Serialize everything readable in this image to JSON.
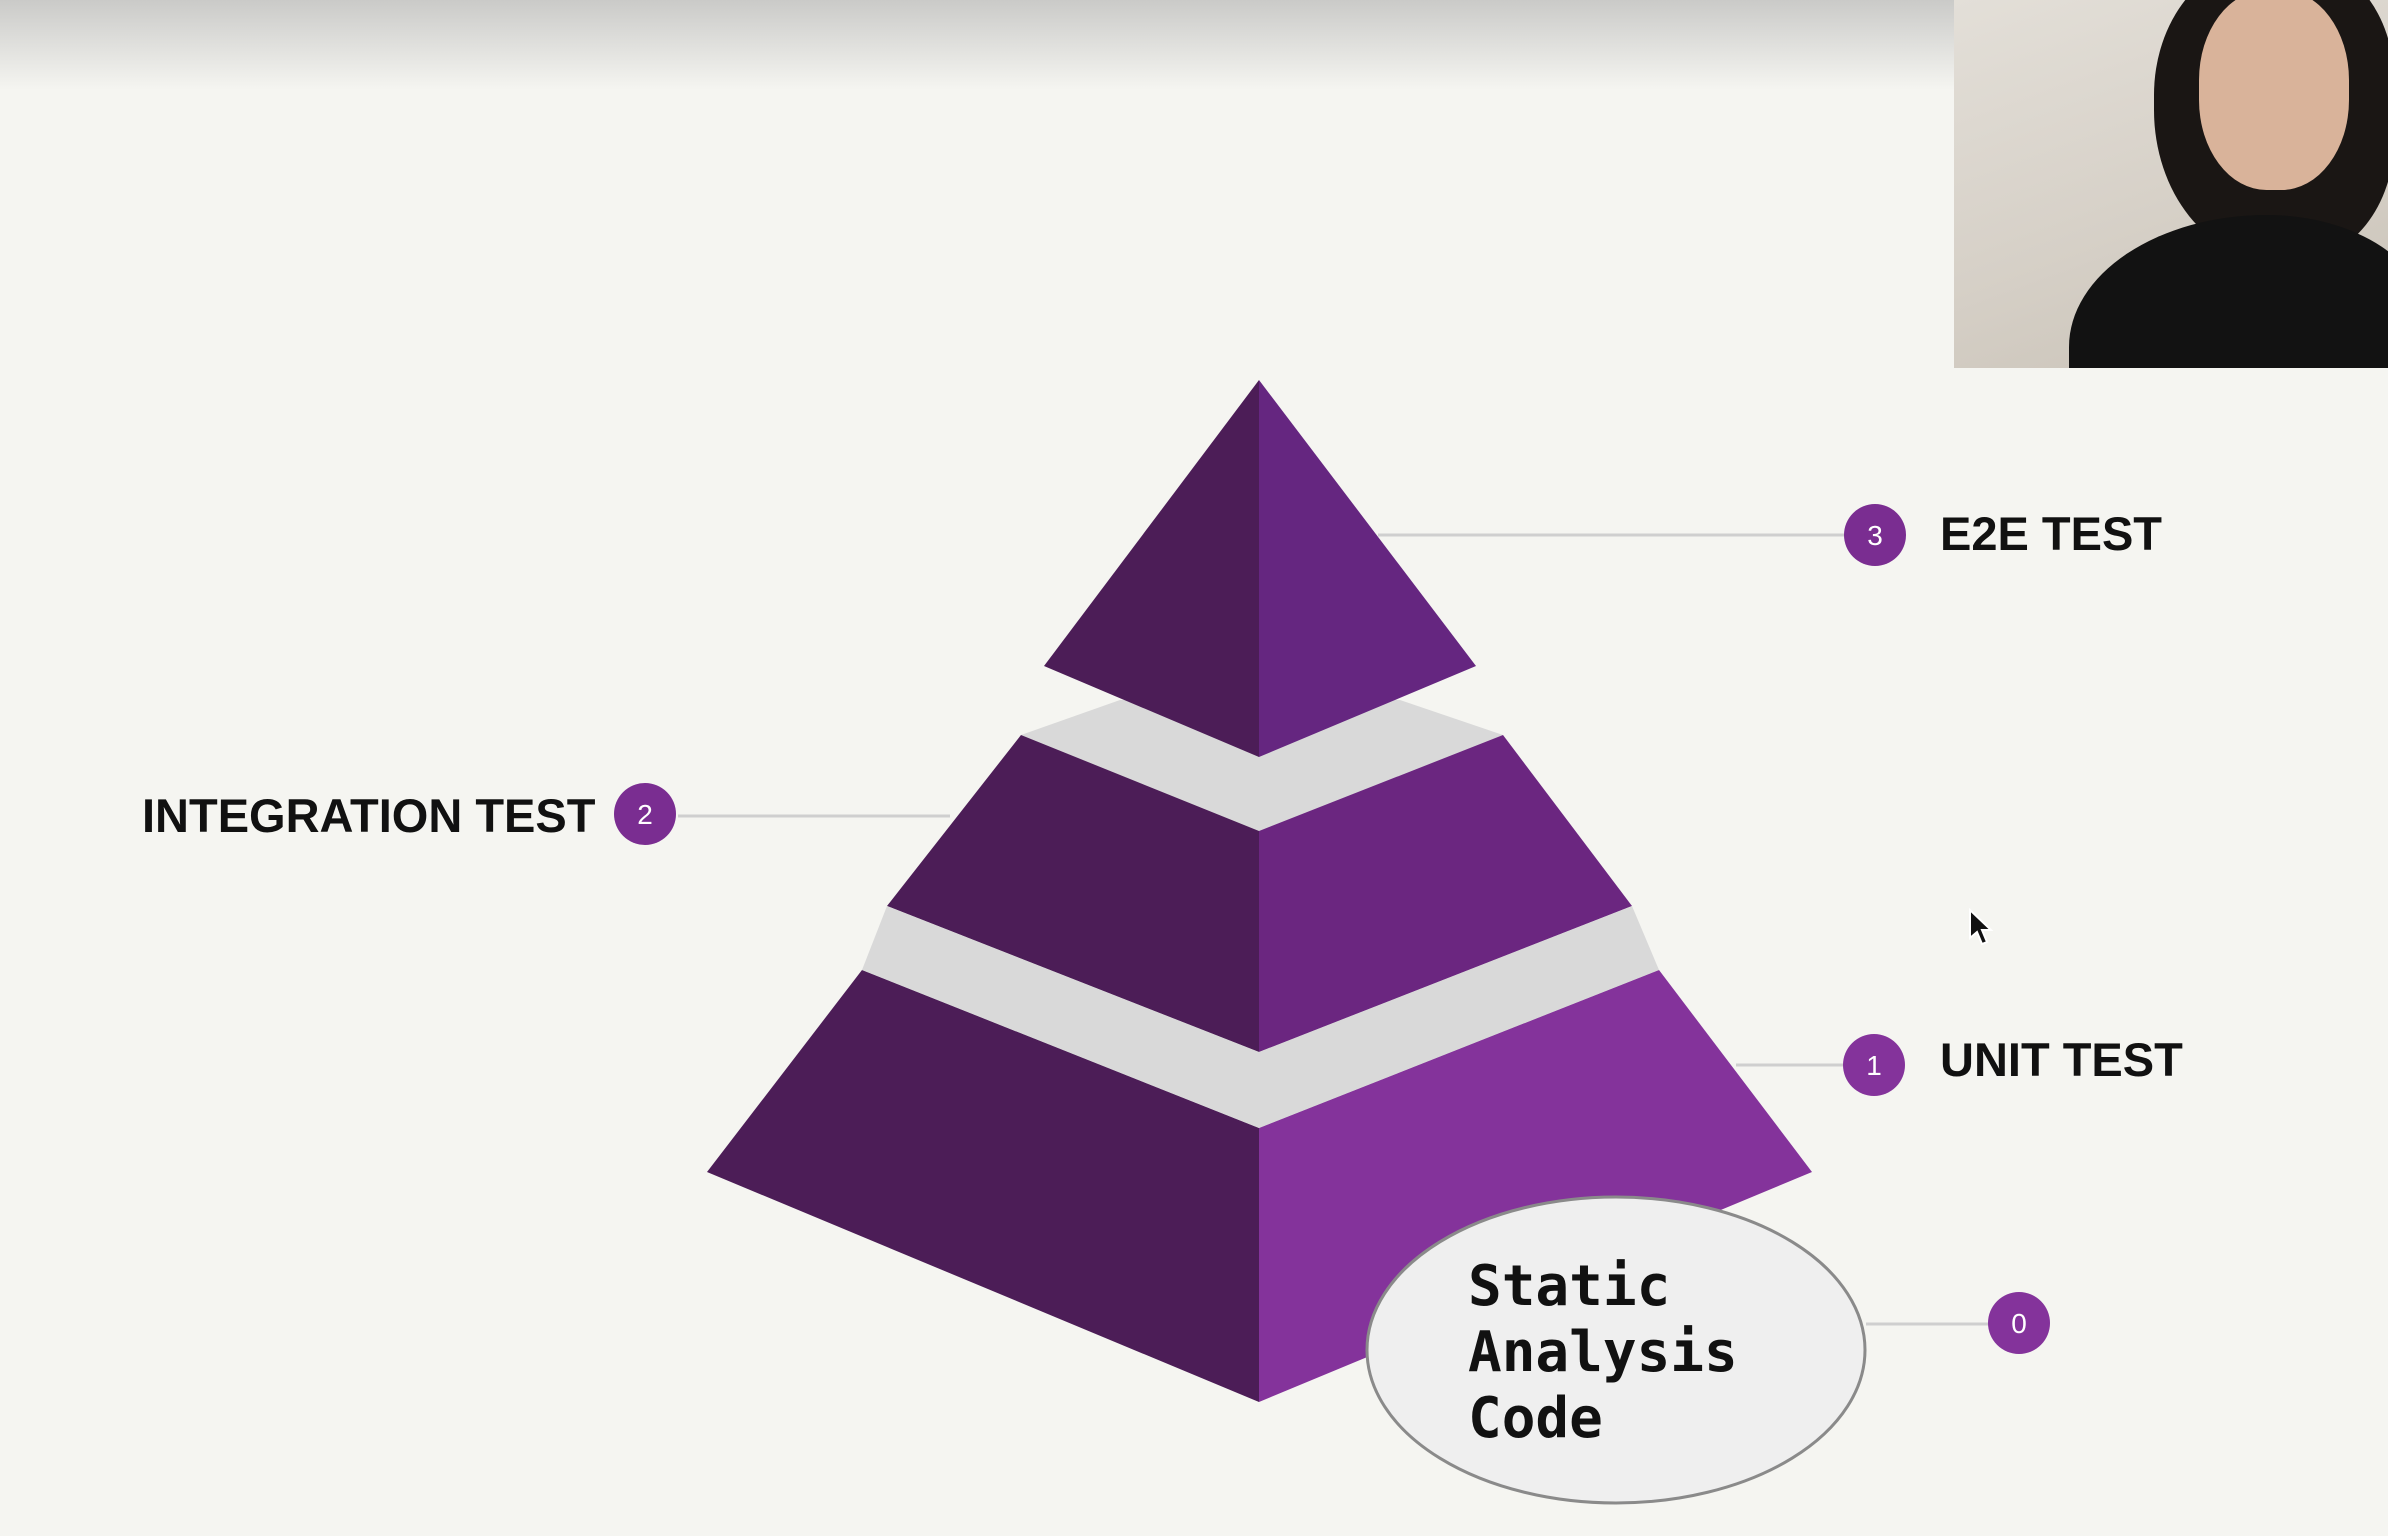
{
  "layers": [
    {
      "number": "3",
      "label": "E2E TEST"
    },
    {
      "number": "2",
      "label": "INTEGRATION TEST"
    },
    {
      "number": "1",
      "label": "UNIT TEST"
    },
    {
      "number": "0",
      "label_lines": [
        "Static",
        "Analysis",
        "Code"
      ]
    }
  ],
  "colors": {
    "background": "#f5f5f1",
    "tier_dark": "#4c1d57",
    "tier_top_right": "#652680",
    "tier_mid_right": "#6b2680",
    "tier_bottom_right": "#84339b",
    "separator": "#d9d9d9",
    "badge": "#7a2d91",
    "ellipse_fill": "#efefef",
    "ellipse_stroke": "#8a8a8a",
    "connector_line": "#cfcfcf"
  },
  "webcam": {
    "icon": "person-video-feed"
  },
  "cursor": {
    "icon": "arrow-cursor-icon"
  }
}
